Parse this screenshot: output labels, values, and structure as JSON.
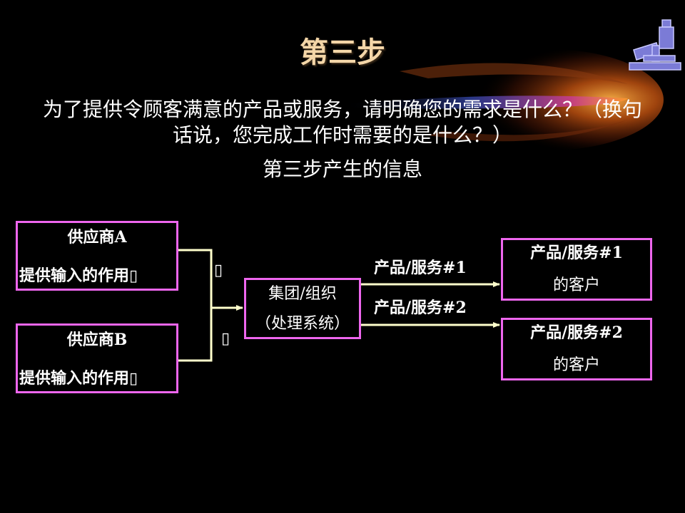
{
  "slide": {
    "title": "第三步",
    "question": "为了提供令顾客满意的产品或服务，请明确您的需求是什么？（换句话说，您完成工作时需要的是什么？）",
    "subtitle": "第三步产生的信息"
  },
  "diagram": {
    "supplier_a": {
      "name": "供应商A",
      "role": "提供输入的作用"
    },
    "supplier_b": {
      "name": "供应商B",
      "role": "提供输入的作用"
    },
    "organization": {
      "line1": "集团/组织",
      "line2": "（处理系统）"
    },
    "arrow_labels": {
      "product1": "产品/服务#1",
      "product2": "产品/服务#2"
    },
    "customer_1": {
      "line1": "产品/服务#1",
      "line2": "的客户"
    },
    "customer_2": {
      "line1": "产品/服务#2",
      "line2": "的客户"
    },
    "markers": {
      "marker1": "▯",
      "marker2": "▯",
      "missing_glyph": "▯"
    }
  },
  "colors": {
    "background": "#000000",
    "box_border": "#ee66ee",
    "connector": "#ffffcc",
    "title": "#f4d6a8",
    "swoosh_core": "#ff8a1a",
    "icon": "#7b7bd6"
  },
  "icons": {
    "corner": "microscope-icon"
  }
}
